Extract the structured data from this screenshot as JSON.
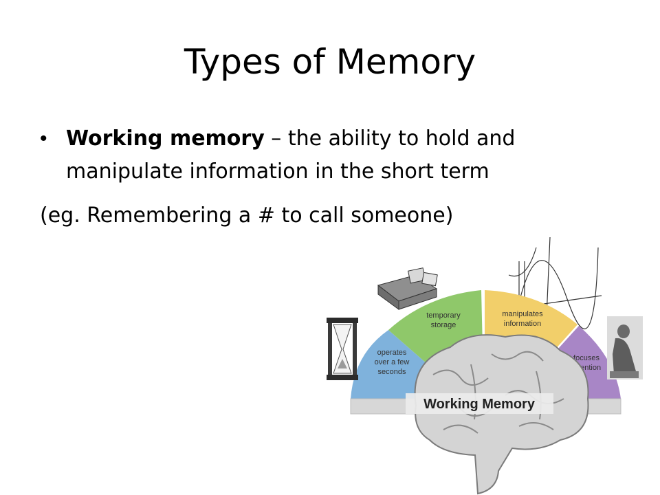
{
  "slide": {
    "title": "Types of Memory",
    "bullet": {
      "term": "Working memory",
      "definition": " – the ability to hold and manipulate information in the short term"
    },
    "example": "(eg. Remembering a # to call someone)"
  },
  "figure": {
    "segments": [
      {
        "label_lines": [
          "operates",
          "over a few",
          "seconds"
        ],
        "color": "#7fb2dc"
      },
      {
        "label_lines": [
          "temporary",
          "storage"
        ],
        "color": "#8fc86a"
      },
      {
        "label_lines": [
          "manipulates",
          "information"
        ],
        "color": "#f2cf6a"
      },
      {
        "label_lines": [
          "focuses",
          "attention"
        ],
        "color": "#a886c6"
      }
    ],
    "banner": "Working Memory"
  }
}
